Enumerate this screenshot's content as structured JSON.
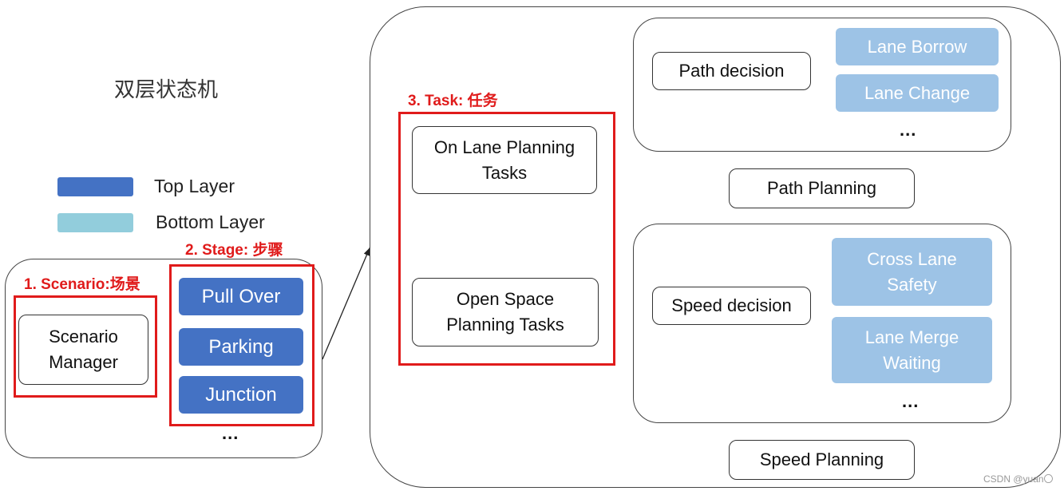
{
  "title": "双层状态机",
  "colors": {
    "top_layer": "#4472c4",
    "bottom_layer": "#9dc3e6",
    "legend_bottom": "#92cddc",
    "annotation_red": "#e01b1b"
  },
  "legend": [
    {
      "label": "Top Layer"
    },
    {
      "label": "Bottom Layer"
    }
  ],
  "annotations": {
    "scenario": "1. Scenario:场景",
    "stage": "2. Stage: 步骤",
    "task": "3. Task: 任务"
  },
  "scenario_manager": {
    "label": "Scenario\nManager"
  },
  "stages": [
    {
      "label": "Pull Over"
    },
    {
      "label": "Parking"
    },
    {
      "label": "Junction"
    }
  ],
  "stage_more": "...",
  "tasks": [
    {
      "label": "On Lane Planning\nTasks"
    },
    {
      "label": "Open Space\nPlanning Tasks"
    }
  ],
  "path_decision": {
    "label": "Path decision",
    "items": [
      "Lane Borrow",
      "Lane Change"
    ],
    "more": "..."
  },
  "path_planning": {
    "label": "Path Planning"
  },
  "speed_decision": {
    "label": "Speed decision",
    "items": [
      "Cross Lane\nSafety",
      "Lane Merge\nWaiting"
    ],
    "more": "..."
  },
  "speed_planning": {
    "label": "Speed Planning"
  },
  "watermark": "CSDN @yuan〇"
}
